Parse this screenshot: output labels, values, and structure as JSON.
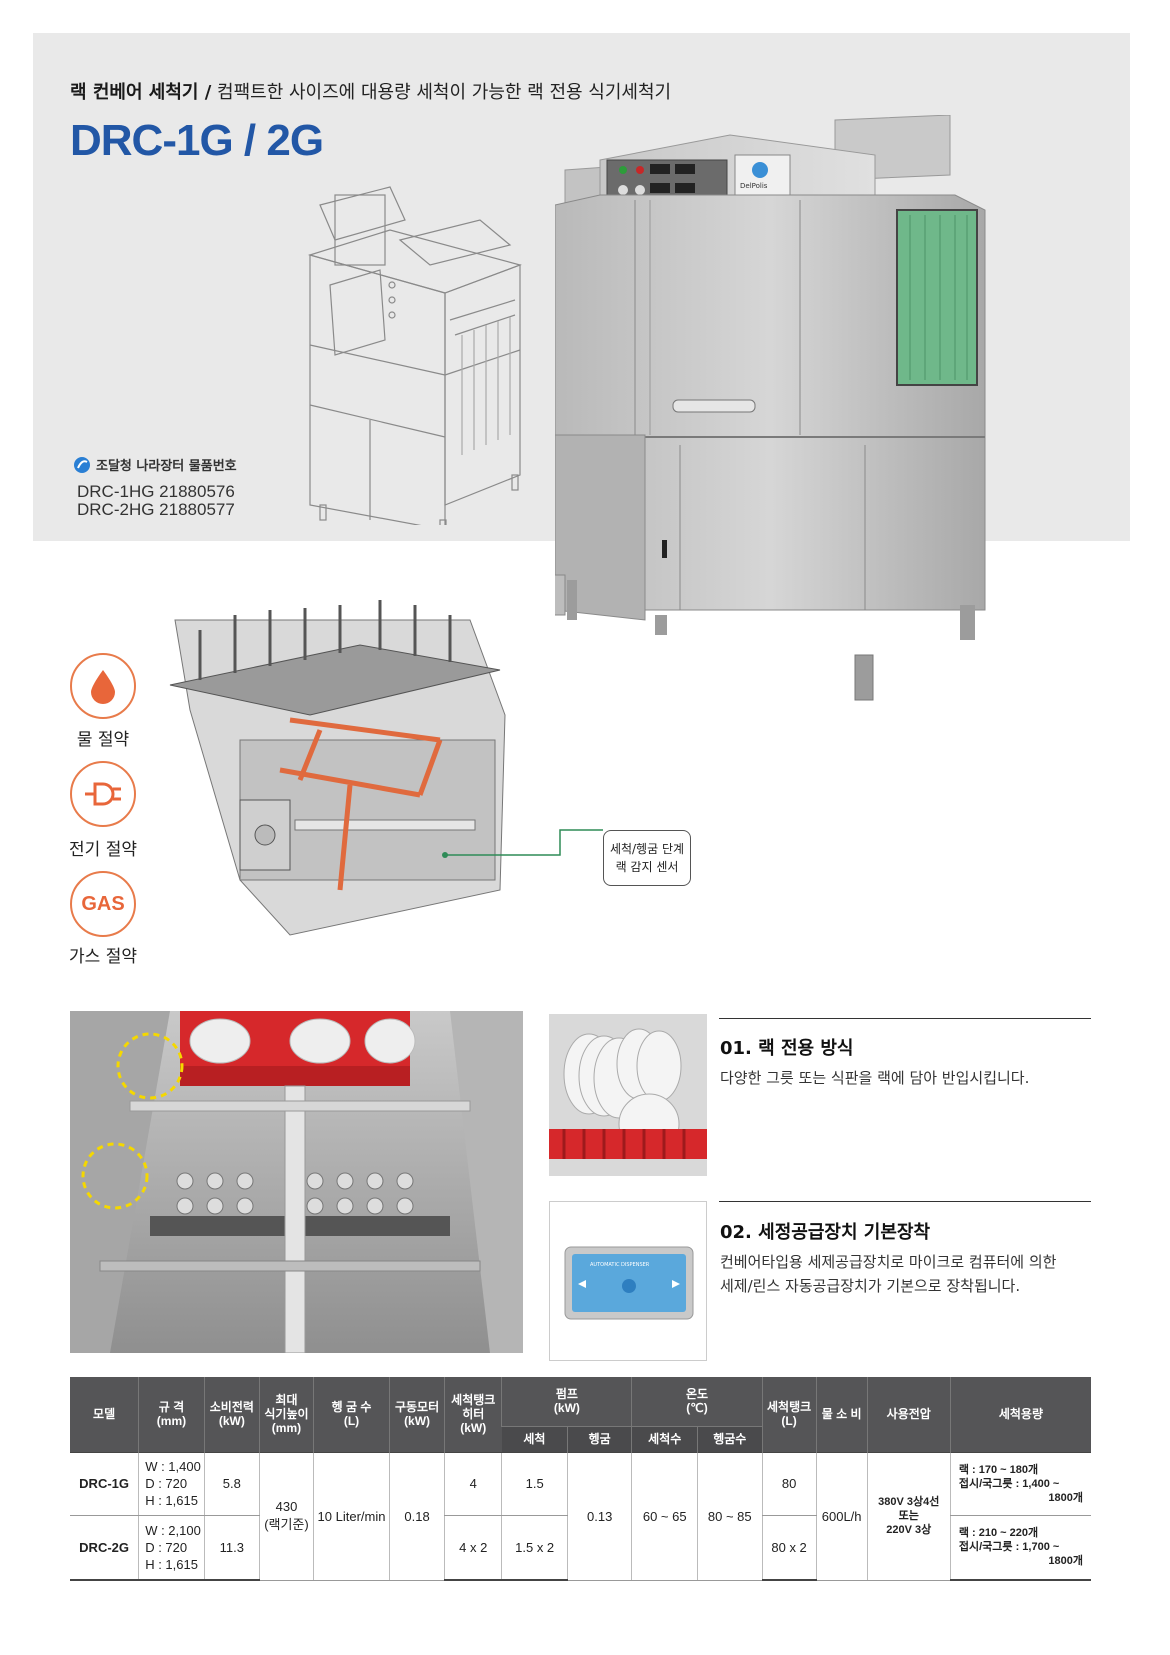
{
  "header": {
    "category": "랙 컨베어 세척기 /",
    "tagline": "컴팩트한 사이즈에 대용량 세척이 가능한 랙 전용 식기세척기",
    "model_title": "DRC-1G / 2G",
    "gov_label": "조달청 나라장터 물품번호",
    "gov_codes": [
      "DRC-1HG 21880576",
      "DRC-2HG 21880577"
    ]
  },
  "machine": {
    "brand": "DelPolis"
  },
  "features": [
    {
      "icon": "water-drop-icon",
      "label": "물 절약"
    },
    {
      "icon": "plug-icon",
      "label": "전기 절약"
    },
    {
      "icon": "gas-icon",
      "label": "가스 절약",
      "icon_text": "GAS"
    }
  ],
  "callout": {
    "line1": "세척/헹굼 단계",
    "line2": "랙 감지 센서"
  },
  "sections": [
    {
      "title": "01. 랙 전용 방식",
      "body": [
        "다양한 그릇 또는 식판을 랙에 담아 반입시킵니다."
      ]
    },
    {
      "title": "02. 세정공급장치 기본장착",
      "body": [
        "컨베어타입용 세제공급장치로 마이크로 컴퓨터에 의한",
        "세제/린스 자동공급장치가 기본으로 장착됩니다."
      ]
    }
  ],
  "dispenser_label": "AUTOMATIC DISPENSER",
  "colors": {
    "accent_blue": "#2257a6",
    "icon_orange": "#e87b4b",
    "rack_red": "#d6282b",
    "header_gray": "#555557"
  },
  "table": {
    "headers": {
      "model": "모델",
      "spec": [
        "규 격",
        "(mm)"
      ],
      "power": [
        "소비전력",
        "(kW)"
      ],
      "height": [
        "최대",
        "식기높이",
        "(mm)"
      ],
      "rinse": [
        "헹 굼 수",
        "(L)"
      ],
      "motor": [
        "구동모터",
        "(kW)"
      ],
      "heater": [
        "세척탱크",
        "히터",
        "(kW)"
      ],
      "pump": [
        "펌프",
        "(kW)"
      ],
      "pump_wash": "세척",
      "pump_rinse": "헹굼",
      "temp": [
        "온도",
        "(℃)"
      ],
      "temp_wash": "세척수",
      "temp_rinse": "헹굼수",
      "tank": [
        "세척탱크",
        "(L)"
      ],
      "water": "물 소 비",
      "voltage": "사용전압",
      "capacity": "세척용량"
    },
    "rows": [
      {
        "model": "DRC-1G",
        "dims": [
          "W : 1,400",
          "D : 720",
          "H : 1,615"
        ],
        "power": "5.8",
        "heater": "4",
        "pump_wash": "1.5",
        "tank": "80",
        "capacity": [
          "랙 : 170 ~ 180개",
          "접시/국그릇 : 1,400 ~",
          "1800개"
        ]
      },
      {
        "model": "DRC-2G",
        "dims": [
          "W : 2,100",
          "D : 720",
          "H : 1,615"
        ],
        "power": "11.3",
        "heater": "4 x 2",
        "pump_wash": "1.5 x 2",
        "tank": "80 x 2",
        "capacity": [
          "랙 : 210 ~ 220개",
          "접시/국그릇 : 1,700 ~",
          "1800개"
        ]
      }
    ],
    "shared": {
      "height": [
        "430",
        "(랙기준)"
      ],
      "rinse": "10 Liter/min",
      "motor": "0.18",
      "pump_rinse": "0.13",
      "temp_wash": "60 ~ 65",
      "temp_rinse": "80 ~ 85",
      "water": "600L/h",
      "voltage": [
        "380V 3상4선",
        "또는",
        "220V 3상"
      ]
    }
  }
}
